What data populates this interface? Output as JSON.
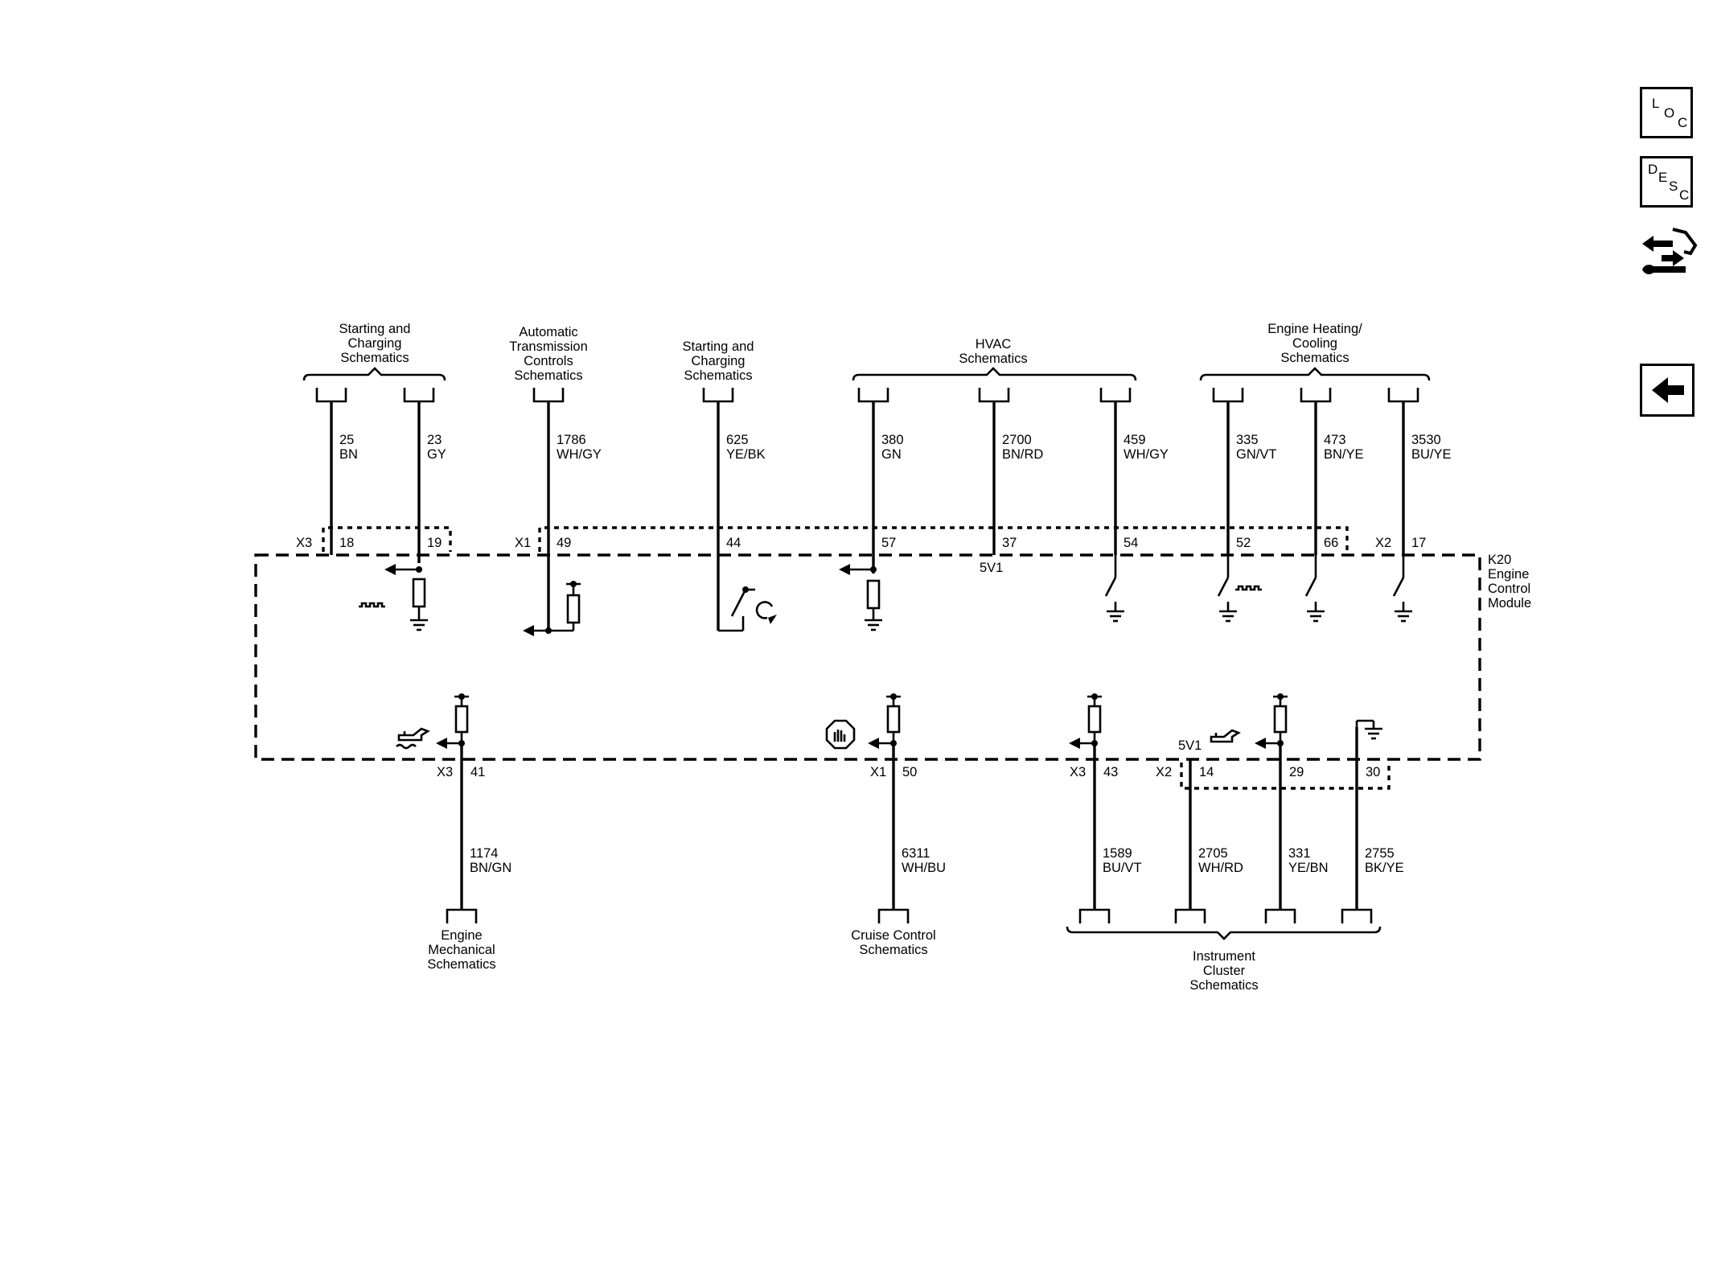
{
  "module": {
    "lines": [
      "K20",
      "Engine",
      "Control",
      "Module"
    ]
  },
  "internal_5v1": "5V1",
  "top_groups": {
    "starting_charging_1": [
      "Starting and",
      "Charging",
      "Schematics"
    ],
    "auto_trans": [
      "Automatic",
      "Transmission",
      "Controls",
      "Schematics"
    ],
    "starting_charging_2": [
      "Starting and",
      "Charging",
      "Schematics"
    ],
    "hvac": [
      "HVAC",
      "Schematics"
    ],
    "engine_heating": [
      "Engine Heating/",
      "Cooling",
      "Schematics"
    ]
  },
  "bottom_groups": {
    "engine_mechanical": [
      "Engine",
      "Mechanical",
      "Schematics"
    ],
    "cruise_control": [
      "Cruise Control",
      "Schematics"
    ],
    "instrument_cluster": [
      "Instrument",
      "Cluster",
      "Schematics"
    ]
  },
  "top_wires": [
    {
      "circuit": "25",
      "color": "BN",
      "pin": "18"
    },
    {
      "circuit": "23",
      "color": "GY",
      "pin": "19"
    },
    {
      "circuit": "1786",
      "color": "WH/GY",
      "pin": "49"
    },
    {
      "circuit": "625",
      "color": "YE/BK",
      "pin": "44"
    },
    {
      "circuit": "380",
      "color": "GN",
      "pin": "57"
    },
    {
      "circuit": "2700",
      "color": "BN/RD",
      "pin": "37"
    },
    {
      "circuit": "459",
      "color": "WH/GY",
      "pin": "54"
    },
    {
      "circuit": "335",
      "color": "GN/VT",
      "pin": "52"
    },
    {
      "circuit": "473",
      "color": "BN/YE",
      "pin": "66"
    },
    {
      "circuit": "3530",
      "color": "BU/YE",
      "pin": "17"
    }
  ],
  "top_connectors": {
    "c1": "X3",
    "c2": "X1",
    "c3": "X2"
  },
  "bottom_wires": [
    {
      "circuit": "1174",
      "color": "BN/GN",
      "pin": "41"
    },
    {
      "circuit": "6311",
      "color": "WH/BU",
      "pin": "50"
    },
    {
      "circuit": "1589",
      "color": "BU/VT",
      "pin": "43"
    },
    {
      "circuit": "2705",
      "color": "WH/RD",
      "pin": "14"
    },
    {
      "circuit": "331",
      "color": "YE/BN",
      "pin": "29"
    },
    {
      "circuit": "2755",
      "color": "BK/YE",
      "pin": "30"
    }
  ],
  "bottom_connectors": {
    "c1": "X3",
    "c2": "X1",
    "c3": "X3",
    "c4": "X2"
  },
  "sidebar": {
    "loc": {
      "l": "L",
      "o": "O",
      "c": "C"
    },
    "desc": {
      "d": "D",
      "e": "E",
      "s": "S",
      "c": "C"
    },
    "icons": [
      "service-wrench-icon",
      "back-arrow-icon"
    ]
  }
}
